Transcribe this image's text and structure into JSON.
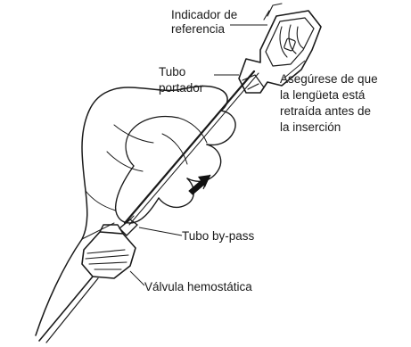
{
  "labels": {
    "reference_indicator": [
      "Indicador de",
      "referencia"
    ],
    "carrier_tube": [
      "Tubo",
      "portador"
    ],
    "tab_note": [
      "Asegúrese de que",
      "la lengüeta está",
      "retraída antes de",
      "la inserción"
    ],
    "bypass_tube": "Tubo by-pass",
    "hemostatic_valve": "Válvula hemostática"
  },
  "colors": {
    "ink": "#1a1a1a",
    "background": "#ffffff",
    "arrow": "#111111"
  },
  "icons": {
    "direction_arrow": "arrow-down-left-icon"
  }
}
